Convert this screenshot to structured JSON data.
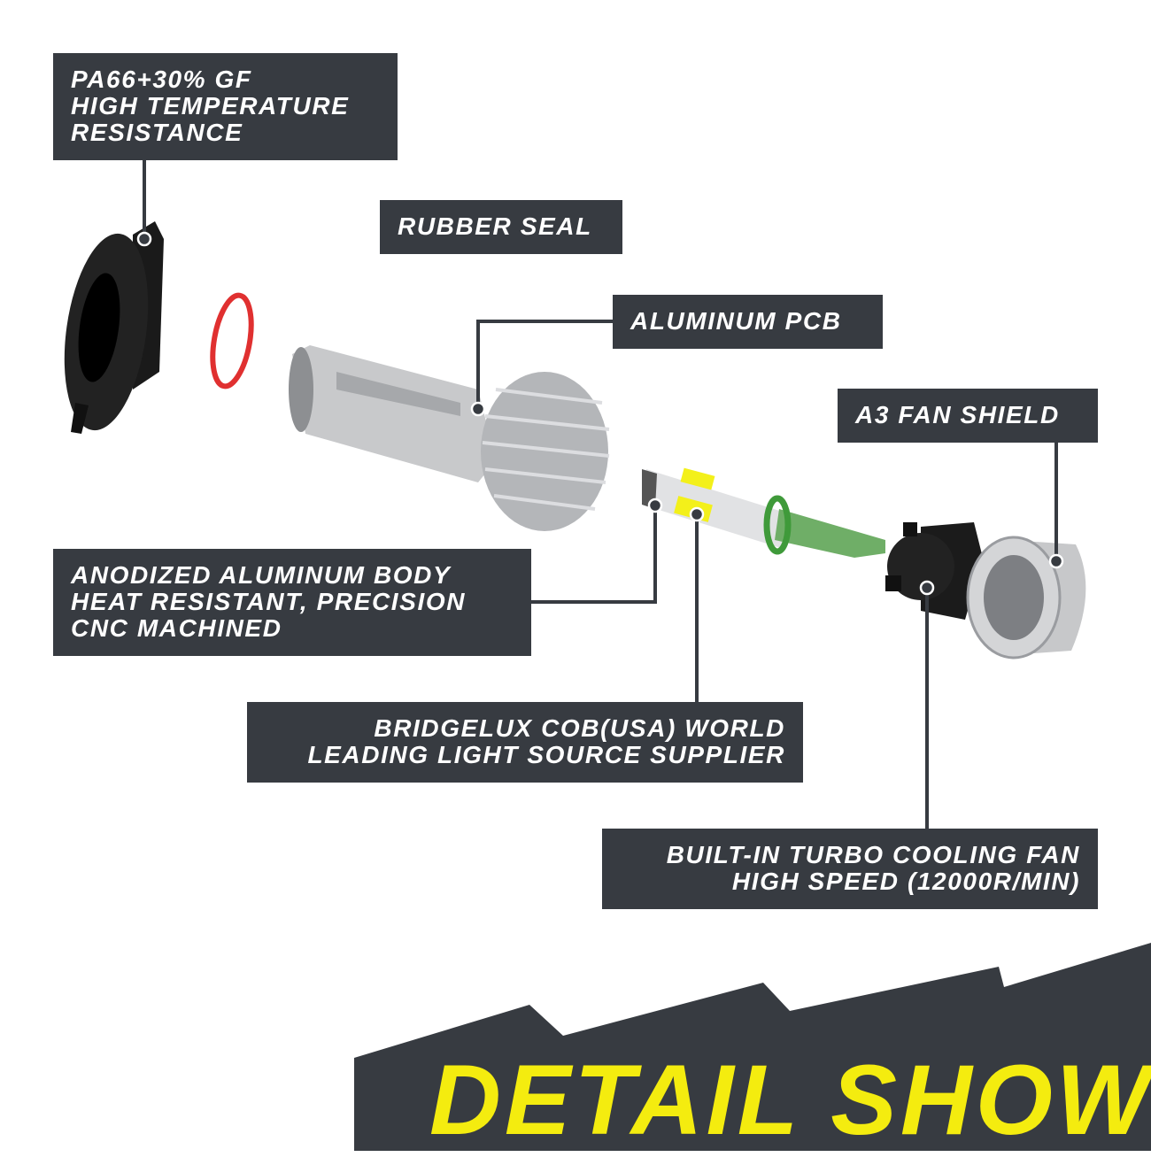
{
  "labels": {
    "housing": [
      "PA66+30% GF",
      "HIGH TEMPERATURE",
      "RESISTANCE"
    ],
    "seal": "RUBBER SEAL",
    "pcb": "ALUMINUM PCB",
    "shield": "A3 FAN SHIELD",
    "body": [
      "ANODIZED ALUMINUM BODY",
      "HEAT RESISTANT, PRECISION",
      "CNC MACHINED"
    ],
    "cob": [
      "BRIDGELUX COB(USA) WORLD",
      "LEADING LIGHT SOURCE SUPPLIER"
    ],
    "fan": [
      "BUILT-IN TURBO COOLING FAN",
      "HIGH SPEED (12000R/MIN)"
    ]
  },
  "banner": {
    "title": "DETAIL SHOW"
  },
  "colors": {
    "label_bg": "#373b41",
    "banner_text": "#f4ec0f",
    "seal": "#e03030",
    "pcb_green": "#3f9a3a",
    "cob_yellow": "#f3f01a"
  }
}
